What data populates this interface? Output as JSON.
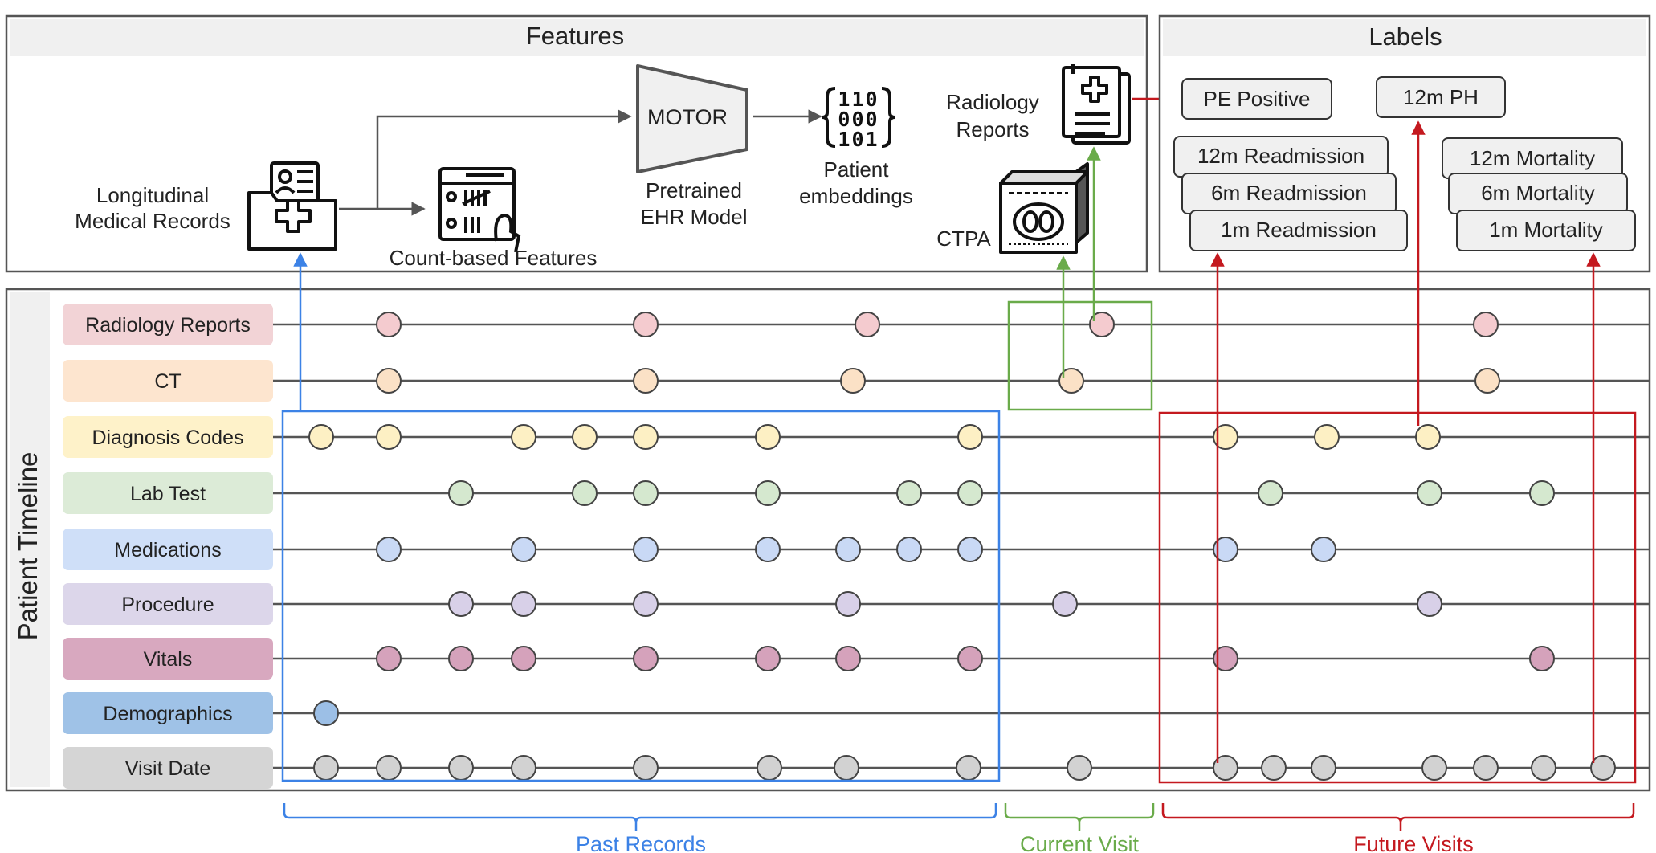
{
  "features_panel": {
    "title": "Features",
    "longitudinal_label": [
      "Longitudinal",
      "Medical Records"
    ],
    "count_features_label": "Count-based Features",
    "motor_label": "MOTOR",
    "pretrained_label": [
      "Pretrained",
      "EHR Model"
    ],
    "embeddings_label": [
      "Patient",
      "embeddings"
    ],
    "binary_glyph": [
      "110",
      "000",
      "101"
    ],
    "radiology_label": [
      "Radiology",
      "Reports"
    ],
    "ctpa_label": "CTPA"
  },
  "labels_panel": {
    "title": "Labels",
    "pe_positive": "PE Positive",
    "ph_12m": "12m PH",
    "readmission": [
      "12m Readmission",
      "6m Readmission",
      "1m Readmission"
    ],
    "mortality": [
      "12m Mortality",
      "6m Mortality",
      "1m Mortality"
    ]
  },
  "timeline": {
    "axis_label": "Patient Timeline",
    "rows": [
      {
        "label": "Radiology Reports",
        "fill": "#f2d3d6",
        "dot": "#f4cbcf"
      },
      {
        "label": "CT",
        "fill": "#fde5cf",
        "dot": "#fbe1c6"
      },
      {
        "label": "Diagnosis Codes",
        "fill": "#fef2c9",
        "dot": "#fdf0c4"
      },
      {
        "label": "Lab Test",
        "fill": "#dcebd7",
        "dot": "#d5e8cf"
      },
      {
        "label": "Medications",
        "fill": "#cfdff8",
        "dot": "#c9d9f5"
      },
      {
        "label": "Procedure",
        "fill": "#dcd6ea",
        "dot": "#d8d0e8"
      },
      {
        "label": "Vitals",
        "fill": "#d8a8bf",
        "dot": "#d5a2bb"
      },
      {
        "label": "Demographics",
        "fill": "#9fc2e7",
        "dot": "#9cbfe6"
      },
      {
        "label": "Visit Date",
        "fill": "#d5d5d5",
        "dot": "#d2d2d2"
      }
    ],
    "segments": {
      "past": "Past Records",
      "current": "Current Visit",
      "future": "Future Visits"
    }
  },
  "colors": {
    "past": "#3c82e6",
    "current": "#6aab4a",
    "future": "#c4191f",
    "line": "#555555"
  }
}
